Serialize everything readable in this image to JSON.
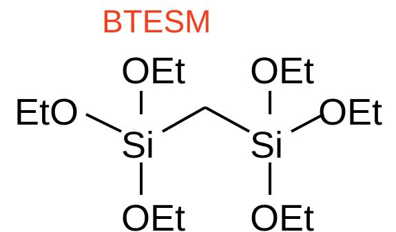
{
  "title": "BTESM",
  "colors": {
    "title": "#f2401f",
    "structure": "#000000",
    "background": "#ffffff"
  },
  "structure": {
    "left_silicon": {
      "center": "Si",
      "top": "OEt",
      "left": "EtO",
      "bottom": "OEt"
    },
    "right_silicon": {
      "center": "Si",
      "top": "OEt",
      "right": "OEt",
      "bottom": "OEt"
    }
  }
}
